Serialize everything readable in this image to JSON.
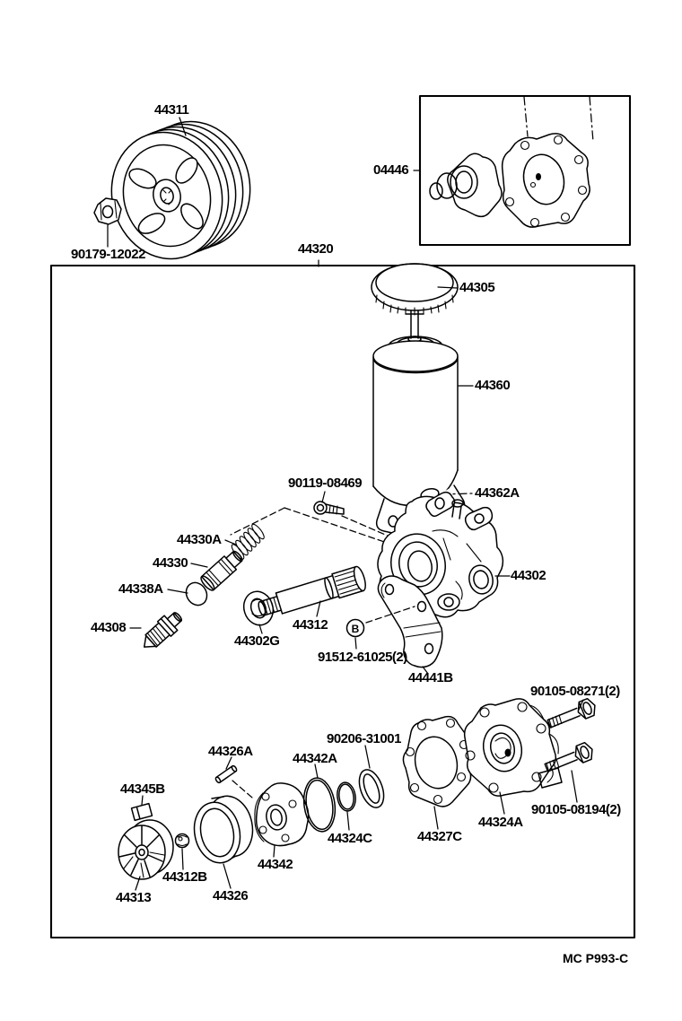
{
  "diagram": {
    "drawing_code": "MC P993-C",
    "ink_color": "#000000",
    "paper_color": "#ffffff"
  },
  "parts": {
    "pulley": {
      "label": "44311"
    },
    "pulley_nut": {
      "label": "90179-12022"
    },
    "gasket_kit": {
      "label": "04446"
    },
    "pump_assembly": {
      "label": "44320"
    },
    "reservoir_cap": {
      "label": "44305"
    },
    "reservoir": {
      "label": "44360"
    },
    "reservoir_bolt": {
      "label": "90119-08469"
    },
    "oring_44362a": {
      "label": "44362A"
    },
    "valve_spring": {
      "label": "44330A"
    },
    "flow_control_valve": {
      "label": "44330"
    },
    "valve_oring": {
      "label": "44338A"
    },
    "union_fitting": {
      "label": "44308"
    },
    "oil_seal": {
      "label": "44302G"
    },
    "pump_shaft": {
      "label": "44312"
    },
    "front_housing": {
      "label": "44302"
    },
    "bracket_bolt": {
      "label": "91512-61025(2)",
      "symbol": "B"
    },
    "rear_bracket": {
      "label": "44441B"
    },
    "cover_bolt_upper": {
      "label": "90105-08271(2)"
    },
    "cover_bolt_lower": {
      "label": "90105-08194(2)"
    },
    "straight_pin": {
      "label": "44326A"
    },
    "cover_oring": {
      "label": "44342A"
    },
    "shaft_seal": {
      "label": "90206-31001"
    },
    "key_44345b": {
      "label": "44345B"
    },
    "rotor": {
      "label": "44313"
    },
    "ball": {
      "label": "44312B"
    },
    "cam_ring": {
      "label": "44326"
    },
    "side_plate": {
      "label": "44342"
    },
    "plate_oring": {
      "label": "44324C"
    },
    "plate_gasket": {
      "label": "44327C"
    },
    "rear_housing": {
      "label": "44324A"
    }
  }
}
